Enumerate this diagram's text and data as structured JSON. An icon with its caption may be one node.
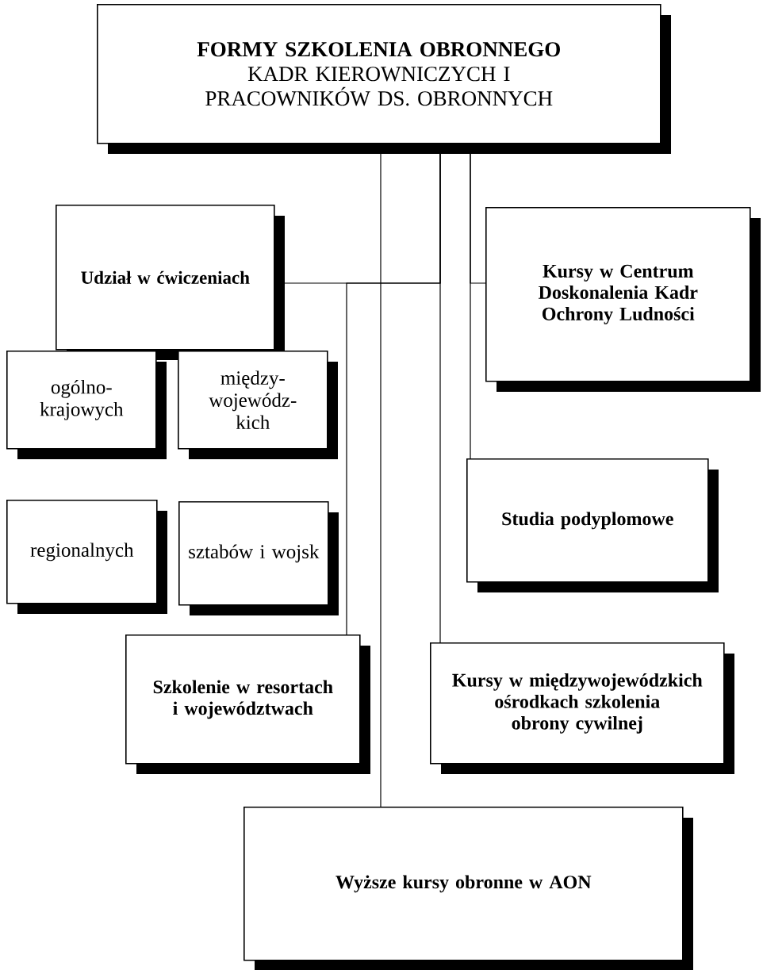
{
  "diagram": {
    "nodes": [
      {
        "text": [
          "FORMY SZKOLENIA OBRONNEGO",
          "KADR KIEROWNICZYCH I PRACOWNIKÓW DS. OBRONNYCH"
        ]
      },
      {
        "text": [
          "Udział w ćwiczeniach"
        ]
      },
      {
        "text": [
          "ogólno- krajowych"
        ]
      },
      {
        "text": [
          "między- wojewódz- kich"
        ]
      },
      {
        "text": [
          "regionalnych"
        ]
      },
      {
        "text": [
          "sztabów i wojsk"
        ]
      },
      {
        "text": [
          "Kursy w Centrum Doskonalenia Kadr Ochrony Ludności"
        ]
      },
      {
        "text": [
          "Studia podyplomowe"
        ]
      },
      {
        "text": [
          "Szkolenie w resortach i województwach"
        ]
      },
      {
        "text": [
          "Kursy w międzywojewódzkich ośrodkach szkolenia obrony cywilnej"
        ]
      },
      {
        "text": [
          "Wyższe kursy obronne w AON"
        ]
      }
    ],
    "edges": [
      {
        "from": 0,
        "to": 1,
        "arrow": "none"
      },
      {
        "from": 0,
        "to": 6,
        "arrow": "none"
      },
      {
        "from": 0,
        "to": 7,
        "arrow": "none"
      },
      {
        "from": 0,
        "to": 8,
        "arrow": "none"
      },
      {
        "from": 0,
        "to": 9,
        "arrow": "none"
      },
      {
        "from": 0,
        "to": 10,
        "arrow": "none"
      }
    ]
  }
}
